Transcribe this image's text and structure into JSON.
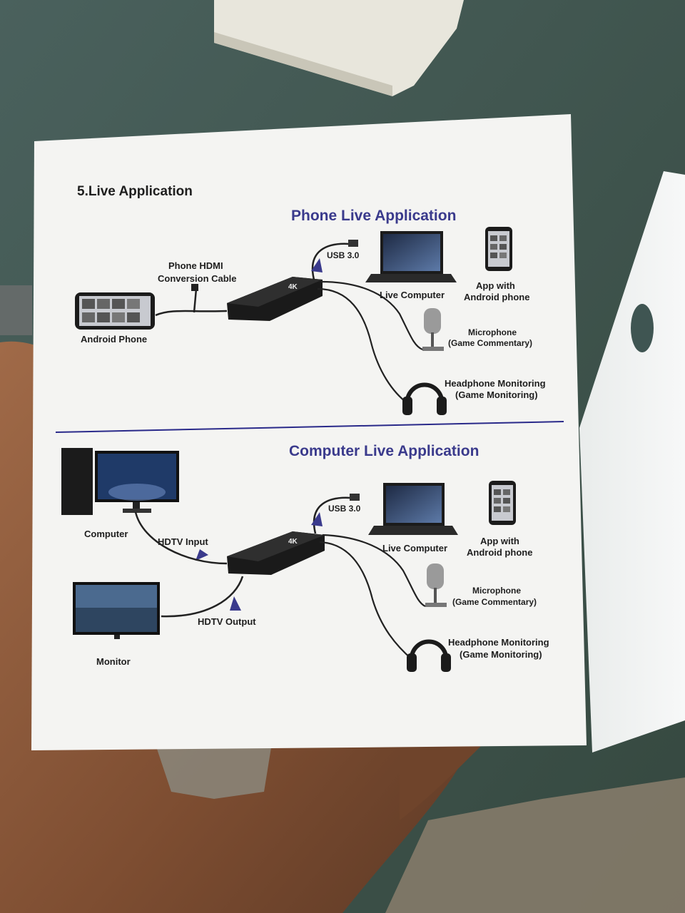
{
  "section_heading": "5.Live Application",
  "phone_panel": {
    "title": "Phone Live Application",
    "cable_label_line1": "Phone HDMI",
    "cable_label_line2": "Conversion Cable",
    "usb_label": "USB 3.0",
    "android_label": "Android Phone",
    "live_computer_label": "Live Computer",
    "app_label_line1": "App with",
    "app_label_line2": "Android phone",
    "mic_label_line1": "Microphone",
    "mic_label_line2": "(Game Commentary)",
    "headphone_label_line1": "Headphone Monitoring",
    "headphone_label_line2": "(Game Monitoring)"
  },
  "computer_panel": {
    "title": "Computer Live Application",
    "usb_label": "USB 3.0",
    "computer_label": "Computer",
    "hdtv_input_label": "HDTV Input",
    "hdtv_output_label": "HDTV Output",
    "monitor_label": "Monitor",
    "live_computer_label": "Live Computer",
    "app_label_line1": "App with",
    "app_label_line2": "Android phone",
    "mic_label_line1": "Microphone",
    "mic_label_line2": "(Game Commentary)",
    "headphone_label_line1": "Headphone Monitoring",
    "headphone_label_line2": "(Game Monitoring)"
  },
  "colors": {
    "table": "#3f5552",
    "paper": "#f4f4f2",
    "title_blue": "#3a3a8c",
    "divider": "#2a2a8a",
    "skin": "#8a5a3c"
  }
}
